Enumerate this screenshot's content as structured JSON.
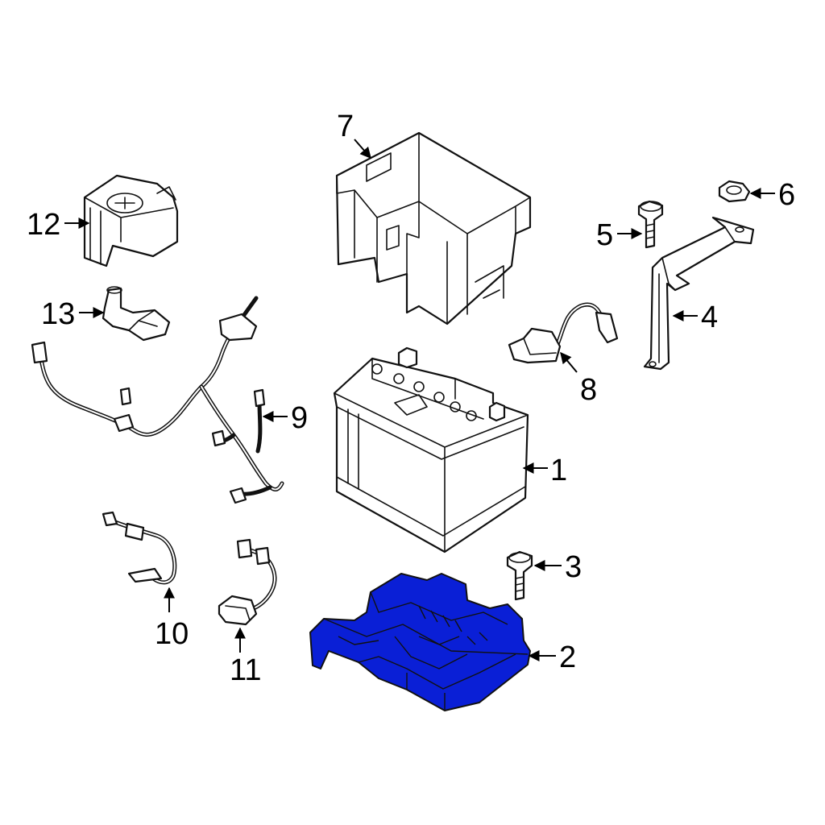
{
  "diagram": {
    "highlight_color": "#0a1fd6",
    "highlighted_part": "2",
    "callouts": [
      {
        "id": "1",
        "label": "1"
      },
      {
        "id": "2",
        "label": "2"
      },
      {
        "id": "3",
        "label": "3"
      },
      {
        "id": "4",
        "label": "4"
      },
      {
        "id": "5",
        "label": "5"
      },
      {
        "id": "6",
        "label": "6"
      },
      {
        "id": "7",
        "label": "7"
      },
      {
        "id": "8",
        "label": "8"
      },
      {
        "id": "9",
        "label": "9"
      },
      {
        "id": "10",
        "label": "10"
      },
      {
        "id": "11",
        "label": "11"
      },
      {
        "id": "12",
        "label": "12"
      },
      {
        "id": "13",
        "label": "13"
      }
    ]
  }
}
